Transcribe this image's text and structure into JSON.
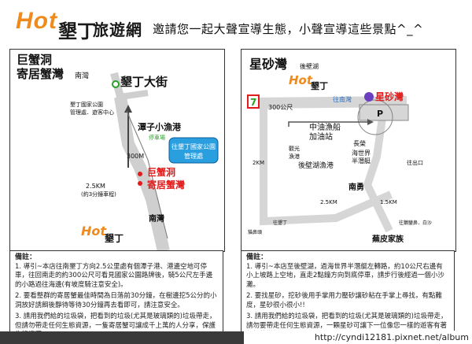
{
  "header": {
    "logo_hot": "Hot",
    "logo_kenting": "墾丁",
    "logo_site": "旅遊網",
    "invitation": "邀請您一起大聲宣導生態，小聲宣導這些景點^_^"
  },
  "left_map": {
    "title_line1": "巨蟹洞",
    "title_line2": "寄居蟹灣",
    "title_sub": "南灣",
    "street": "墾丁大街",
    "park_label_1": "墾丁國家公園",
    "park_label_2": "管理處．遊客中心",
    "port": "潭子小漁港",
    "parking": "停車場",
    "dist_300": "300M",
    "crab_cave": "巨蟹洞",
    "hermit_bay": "寄居蟹灣",
    "dist_25": "2.5KM",
    "time_3": "(約3分鐘車程)",
    "sign_1": "往墾丁國家公園",
    "sign_2": "管理處",
    "nanwan": "南灣",
    "bottom_hot": "Hot",
    "bottom_kt": "墾丁"
  },
  "right_map": {
    "title": "星砂灣",
    "title_sub": "後壁湖",
    "hot": "Hot",
    "kt": "墾丁",
    "to_hengchun": "往南灣",
    "seven_eleven": "7",
    "star_sand": "星砂灣",
    "parking_p": "P",
    "dist_300m": "300公尺",
    "zhongyou_1": "中油漁船",
    "zhongyou_2": "加油站",
    "changjiao": "長榮",
    "haishijie_1": "海世界",
    "haishijie_2": "半潛艇",
    "dist_2km": "2KM",
    "guangguan_1": "觀光",
    "guangguan_2": "漁港",
    "houbihu_port": "後壁湖漁港",
    "to_exit": "往出口",
    "nanyong": "南勇",
    "dist_25km": "2.5KM",
    "dist_15km": "1.5KM",
    "to_eluanbi": "往鵝鑾鼻．白沙",
    "to_kenting": "往墾丁",
    "maobitou": "貓鼻頭",
    "nanyong_home": "蕪皮家族"
  },
  "notes_left": {
    "title": "備註：",
    "n1": "1. 導引~本店往南墾丁方向2.5公里處有個潭子港、港邊空地可停車，往回南走的約300公尺可看見國家公園路牌後，騎5公尺左手邊的小路過往海邊(有坡度騎注意安全)。",
    "n2": "2. 要看整群的寄居蟹最佳時間為日落前30分鐘，在樹邊挖5公分的小洞放好誘餌後靜待等待30分鐘再去看即可，請注意安全。",
    "n3": "3. 請用我們給的垃圾袋，把看到的垃圾(尤其是玻璃類的)垃圾帶走，但請勿帶走任何生態資源，一隻寄居蟹可讓成千上萬的人分享，保護生態資源。"
  },
  "notes_right": {
    "title": "備註：",
    "n1": "1. 導引~本店至後壁湖，過海世界半潛艇左轉路，約10公尺右邊有小上坡路上空地，直走2點鐘方向到底停車，請步行後經過一個小沙灘。",
    "n2": "2. 要找星砂，挖砂後用手掌用力壓砂讓砂粘在手掌上尋找，有點難度，星砂很小很小!!",
    "n3": "3. 請用我們給的垃圾袋，把看到的垃圾(尤其是玻璃類的)垃圾帶走，請勿要帶走任何生態資源，一顆星砂可讓下一位像您一樣的遊客有著無價的樂趣。"
  },
  "footer_url": "http://cyndi12181.pixnet.net/album",
  "colors": {
    "orange": "#f08a1c",
    "red": "#e21b1b",
    "road": "#d6d6d6",
    "blue_sign": "#2a9fe0",
    "sea": "#cfe6f5"
  }
}
